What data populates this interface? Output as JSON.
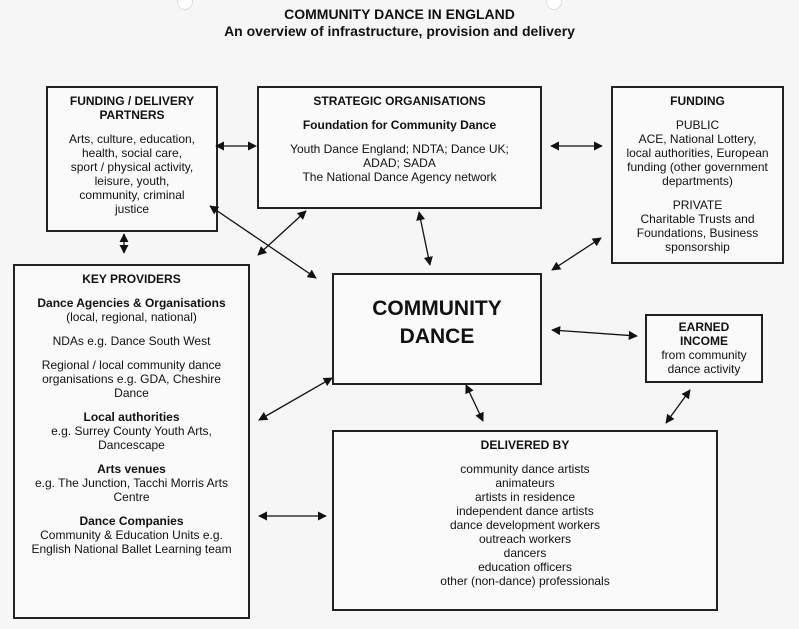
{
  "title": "COMMUNITY DANCE IN ENGLAND",
  "subtitle": "An overview of infrastructure, provision and delivery",
  "funding_partners": {
    "heading": [
      "FUNDING / DELIVERY",
      "PARTNERS"
    ],
    "body": [
      "Arts, culture, education,",
      "health, social care,",
      "sport / physical activity,",
      "leisure, youth,",
      "community, criminal",
      "justice"
    ]
  },
  "strategic": {
    "heading": "STRATEGIC ORGANISATIONS",
    "subheading": "Foundation for Community Dance",
    "body": [
      "Youth Dance England; NDTA; Dance UK;",
      "ADAD; SADA",
      "The National Dance Agency network"
    ]
  },
  "funding": {
    "heading": "FUNDING",
    "public_label": "PUBLIC",
    "public_body": [
      "ACE, National Lottery,",
      "local authorities, European",
      "funding (other government",
      "departments)"
    ],
    "private_label": "PRIVATE",
    "private_body": [
      "Charitable Trusts and",
      "Foundations, Business",
      "sponsorship"
    ]
  },
  "central": {
    "line1": "COMMUNITY",
    "line2": "DANCE"
  },
  "earned_income": {
    "heading": [
      "EARNED",
      "INCOME"
    ],
    "body": [
      "from community",
      "dance activity"
    ]
  },
  "key_providers": {
    "heading": "KEY PROVIDERS",
    "agencies_heading": "Dance Agencies & Organisations",
    "agencies_body": "(local, regional, national)",
    "ndas": "NDAs e.g. Dance South West",
    "regional": [
      "Regional / local community dance",
      "organisations e.g. GDA, Cheshire",
      "Dance"
    ],
    "la_heading": "Local authorities",
    "la_body": [
      "e.g. Surrey County Youth Arts,",
      "Dancescape"
    ],
    "venues_heading": "Arts venues",
    "venues_body": [
      "e.g. The Junction, Tacchi Morris Arts",
      "Centre"
    ],
    "companies_heading": "Dance Companies",
    "companies_body": [
      "Community & Education Units e.g.",
      "English National Ballet Learning team"
    ]
  },
  "delivered_by": {
    "heading": "DELIVERED BY",
    "items": [
      "community dance artists",
      "animateurs",
      "artists in residence",
      "independent dance artists",
      "dance development workers",
      "outreach workers",
      "dancers",
      "education officers",
      "other (non-dance) professionals"
    ]
  }
}
